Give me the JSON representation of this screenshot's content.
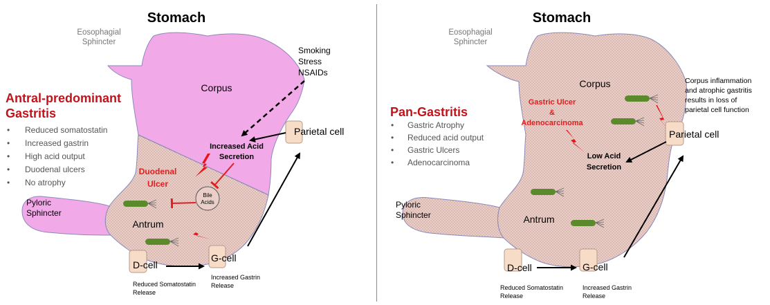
{
  "colors": {
    "pink_region": "#f2a9e8",
    "stomach_fill": "#e9cfc8",
    "stomach_dot": "#c79a95",
    "outline": "#8a88bb",
    "red_label": "#e02020",
    "heading_red": "#c0141c",
    "cell_box_fill": "#f7dcc8",
    "bacterium": "#5a8a2c",
    "lightning": "#e8151b"
  },
  "left": {
    "title": "Stomach",
    "eso_line1": "Eosophagial",
    "eso_line2": "Sphincter",
    "corpus": "Corpus",
    "antrum": "Antrum",
    "pyloric_line1": "Pyloric",
    "pyloric_line2": "Sphincter",
    "heading_line1": "Antral-predominant",
    "heading_line2": "Gastritis",
    "bullets": [
      "Reduced somatostatin",
      "Increased gastrin",
      "High acid output",
      "Duodenal ulcers",
      "No atrophy"
    ],
    "risk_factors": [
      "Smoking",
      "Stress",
      "NSAIDs"
    ],
    "parietal_cell": "Parietal cell",
    "acid_line1": "Increased Acid",
    "acid_line2": "Secretion",
    "ulcer_line1": "Duodenal",
    "ulcer_line2": "Ulcer",
    "bile_line1": "Bile",
    "bile_line2": "Acids",
    "d_cell": "D-cell",
    "g_cell": "G-cell",
    "somatostatin_line1": "Reduced Somatostatin",
    "somatostatin_line2": "Release",
    "gastrin_line1": "Increased Gastrin",
    "gastrin_line2": "Release"
  },
  "right": {
    "title": "Stomach",
    "eso_line1": "Eosophagial",
    "eso_line2": "Sphincter",
    "corpus": "Corpus",
    "antrum": "Antrum",
    "pyloric_line1": "Pyloric",
    "pyloric_line2": "Sphincter",
    "heading": "Pan-Gastritis",
    "bullets": [
      "Gastric Atrophy",
      "Reduced acid output",
      "Gastric Ulcers",
      "Adenocarcinoma"
    ],
    "ulcer_line1": "Gastric Ulcer",
    "ulcer_line2": "&",
    "ulcer_line3": "Adenocarcinoma",
    "acid_line1": "Low Acid",
    "acid_line2": "Secretion",
    "parietal_cell": "Parietal cell",
    "note": [
      "Corpus inflammation",
      "and atrophic gastritis",
      "results in loss of",
      "parietal cell function"
    ],
    "d_cell": "D-cell",
    "g_cell": "G-cell",
    "somatostatin_line1": "Reduced Somatostatin",
    "somatostatin_line2": "Release",
    "gastrin_line1": "Increased Gastrin",
    "gastrin_line2": "Release"
  }
}
